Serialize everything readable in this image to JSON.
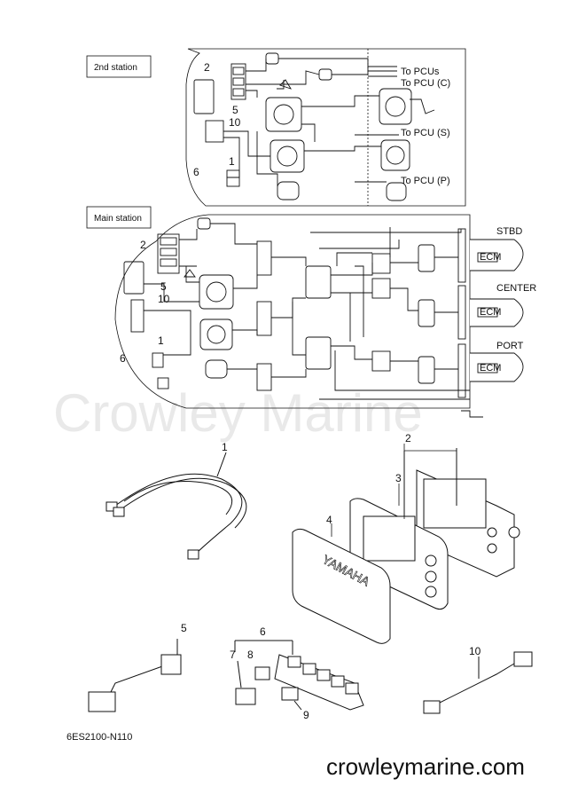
{
  "watermark": "Crowley Marine",
  "site": "crowleymarine.com",
  "part_code": "6ES2100-N110",
  "upper_box": {
    "title": "2nd station",
    "labels": [
      "To PCUs",
      "To PCU (C)",
      "To PCU (S)",
      "To PCU (P)"
    ],
    "callouts": [
      "2",
      "5",
      "10",
      "6",
      "1"
    ]
  },
  "main_box": {
    "title": "Main station",
    "engines": [
      "STBD",
      "CENTER",
      "PORT"
    ],
    "ecm": "ECM",
    "callouts": [
      "2",
      "5",
      "10",
      "1",
      "6"
    ]
  },
  "parts": {
    "n1": "1",
    "n2": "2",
    "n3": "3",
    "n4": "4",
    "n5": "5",
    "n6": "6",
    "n7": "7",
    "n8": "8",
    "n9": "9",
    "n10": "10",
    "brand": "YAMAHA"
  }
}
